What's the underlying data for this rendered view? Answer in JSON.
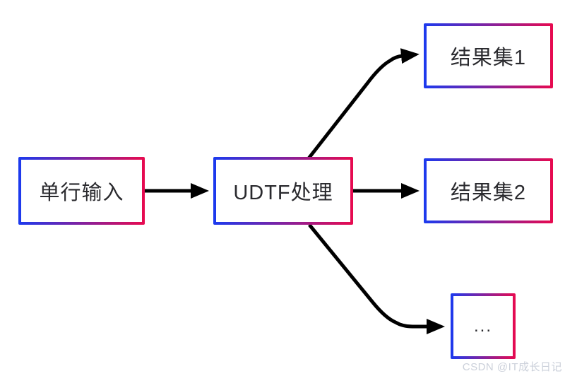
{
  "theme": {
    "background": "#ffffff",
    "border_gradient_start": "#1b3aef",
    "border_gradient_end": "#e80a4f",
    "arrow_color": "#000000",
    "text_color": "#2a2a2e",
    "watermark_color": "#cbd0da"
  },
  "nodes": {
    "input": {
      "label": "单行输入"
    },
    "udtf": {
      "label": "UDTF处理"
    },
    "result1": {
      "label": "结果集1"
    },
    "result2": {
      "label": "结果集2"
    },
    "more": {
      "label": "..."
    }
  },
  "edges": [
    {
      "from": "input",
      "to": "udtf"
    },
    {
      "from": "udtf",
      "to": "result1"
    },
    {
      "from": "udtf",
      "to": "result2"
    },
    {
      "from": "udtf",
      "to": "more"
    }
  ],
  "watermark": {
    "text": "CSDN @IT成长日记"
  }
}
